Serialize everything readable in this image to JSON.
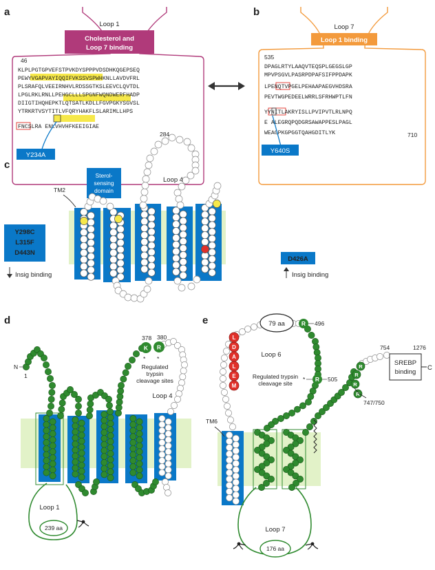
{
  "panels": {
    "a": {
      "letter": "a",
      "loop_label": "Loop 1",
      "box_title_line1": "Cholesterol and",
      "box_title_line2": "Loop 7 binding",
      "start_num": "46",
      "end_num": "284",
      "sequence": [
        "KLPLPGTGPVEFSTPVKDYSPPPVDSDHKQGEPSEQ",
        "PEWYVGAPVAYIQQIFVKSSVSPWHKNLLAVDVFRL",
        "PLSRAFQLVEEIRNHVLRDSSGTKSLEEVCLQVTDL",
        "LPGLRKLRNLLPEHGCLLLSPGNFWQNDWERFHADP",
        "DIIGTIHQHEPKTLQTSATLKDLLFGVPGKYSGVSL",
        "YTRKRTVSYTITLVFQRYHAKFLSLARIMLLHPS",
        "FNCSLRA    ENLVHVHFKEEIGIAE"
      ],
      "mutation": "Y234A"
    },
    "b": {
      "letter": "b",
      "loop_label": "Loop 7",
      "box_title": "Loop 1 binding",
      "start_num": "535",
      "end_num": "710",
      "sequence": [
        "DPAGLRTYLAAQVTEQSPLGEGSLGP",
        "MPVPSGVLPASRPDPAFSIFPPDAPK",
        "LPENQTVPGELPEHAAPAEGVHDSRA",
        "PEVTWGPEDEELWRRLSFRHWPTLFN",
        "YYNITLAKRYISLLPVIPVTLRLNPQ",
        "E ALEGRQPQDGRSAWAPPESLPAGL",
        "WEAGPKGPGGTQAHGDITLYK"
      ],
      "mutation": "Y640S"
    },
    "c": {
      "letter": "c",
      "ssd_line1": "Sterol-",
      "ssd_line2": "sensing",
      "ssd_line3": "domain",
      "loop4": "Loop 4",
      "tm2": "TM2",
      "mut_left": [
        "Y298C",
        "L315F",
        "D443N"
      ],
      "mut_right": "D426A",
      "left_caption": "Insig binding",
      "right_caption": "Insig binding"
    },
    "d": {
      "letter": "d",
      "n_term": "N",
      "one": "1",
      "k_num": "378",
      "r_num": "380",
      "k_res": "K",
      "r_res": "R",
      "cleavage_line1": "Regulated",
      "cleavage_line2": "trypsin",
      "cleavage_line3": "cleavage sites",
      "loop4": "Loop 4",
      "loop1": "Loop 1",
      "loop1_size": "239 aa"
    },
    "e": {
      "letter": "e",
      "loop6_size": "79 aa",
      "num_496": "496",
      "loop6": "Loop 6",
      "cleavage_line1": "Regulated trypsin",
      "cleavage_line2": "cleavage site",
      "num_505": "505",
      "num_754": "754",
      "num_1276": "1276",
      "srebp_line1": "SREBP",
      "srebp_line2": "binding",
      "c_term": "C",
      "num_747": "747/750",
      "tm6": "TM6",
      "loop7": "Loop 7",
      "loop7_size": "176 aa",
      "red_beads": [
        "L",
        "D",
        "A",
        "L",
        "E",
        "M"
      ],
      "r_res": "R"
    }
  },
  "colors": {
    "magenta": "#b03a7a",
    "orange": "#f39a3c",
    "blue": "#0a78c8",
    "light_green": "#e2f2c8",
    "green_bead": "#2f8a2f",
    "yellow_hl": "#f6e84a",
    "red": "#e0302a"
  }
}
